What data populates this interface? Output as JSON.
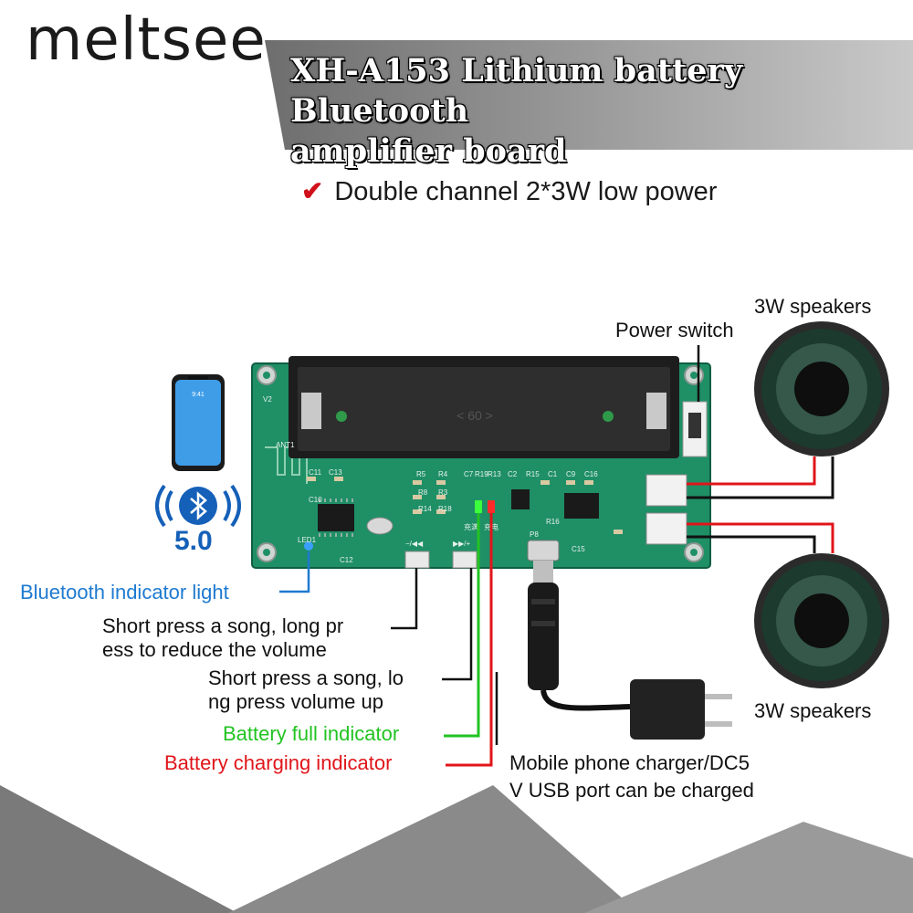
{
  "brand": "meltsee",
  "title_line1": "XH-A153 Lithium battery Bluetooth",
  "title_line2": "amplifier board",
  "feature": {
    "check_glyph": "✔",
    "text": "Double channel 2*3W low power"
  },
  "bluetooth_version": "5.0",
  "phone_time": "9:41",
  "labels": {
    "speakers_top": "3W speakers",
    "power_switch": "Power switch",
    "speakers_bottom": "3W speakers",
    "bt_indicator": "Bluetooth indicator light",
    "prev_line1": "Short press a song, long pr",
    "prev_line2": "ess to reduce the volume",
    "next_line1": "Short press a song, lo",
    "next_line2": "ng press volume up",
    "battery_full": "Battery full indicator",
    "battery_charging": "Battery charging indicator",
    "charger_line1": "Mobile phone charger/DC5",
    "charger_line2": "V USB port can be charged"
  },
  "board_text": {
    "v2": "V2",
    "ant": "ANT1",
    "led": "LED1",
    "charge_cn": "充满",
    "charging_cn": "充电",
    "prev_btn": "−/◀◀",
    "next_btn": "▶▶/+",
    "p8": "P8",
    "r5": "R5",
    "r4": "R4",
    "c7": "C7",
    "r19": "R19",
    "r13": "R13",
    "c2": "C2",
    "r15": "R15",
    "c1": "C1",
    "c9": "C9",
    "c16": "C16",
    "c11": "C11",
    "c13": "C13",
    "r8": "R8",
    "r3": "R3",
    "r14": "R14",
    "r18": "R18",
    "r16": "R16",
    "c10": "C10",
    "c12": "C12",
    "c15": "C15"
  },
  "colors": {
    "pcb": "#1f8f66",
    "pcb_dark": "#0f5e44",
    "battery_holder": "#1d1d1d",
    "wire_red": "#e0151a",
    "wire_black": "#111111",
    "wire_green": "#22c322",
    "bt_blue": "#1e7ad0",
    "banner": "#888888"
  }
}
